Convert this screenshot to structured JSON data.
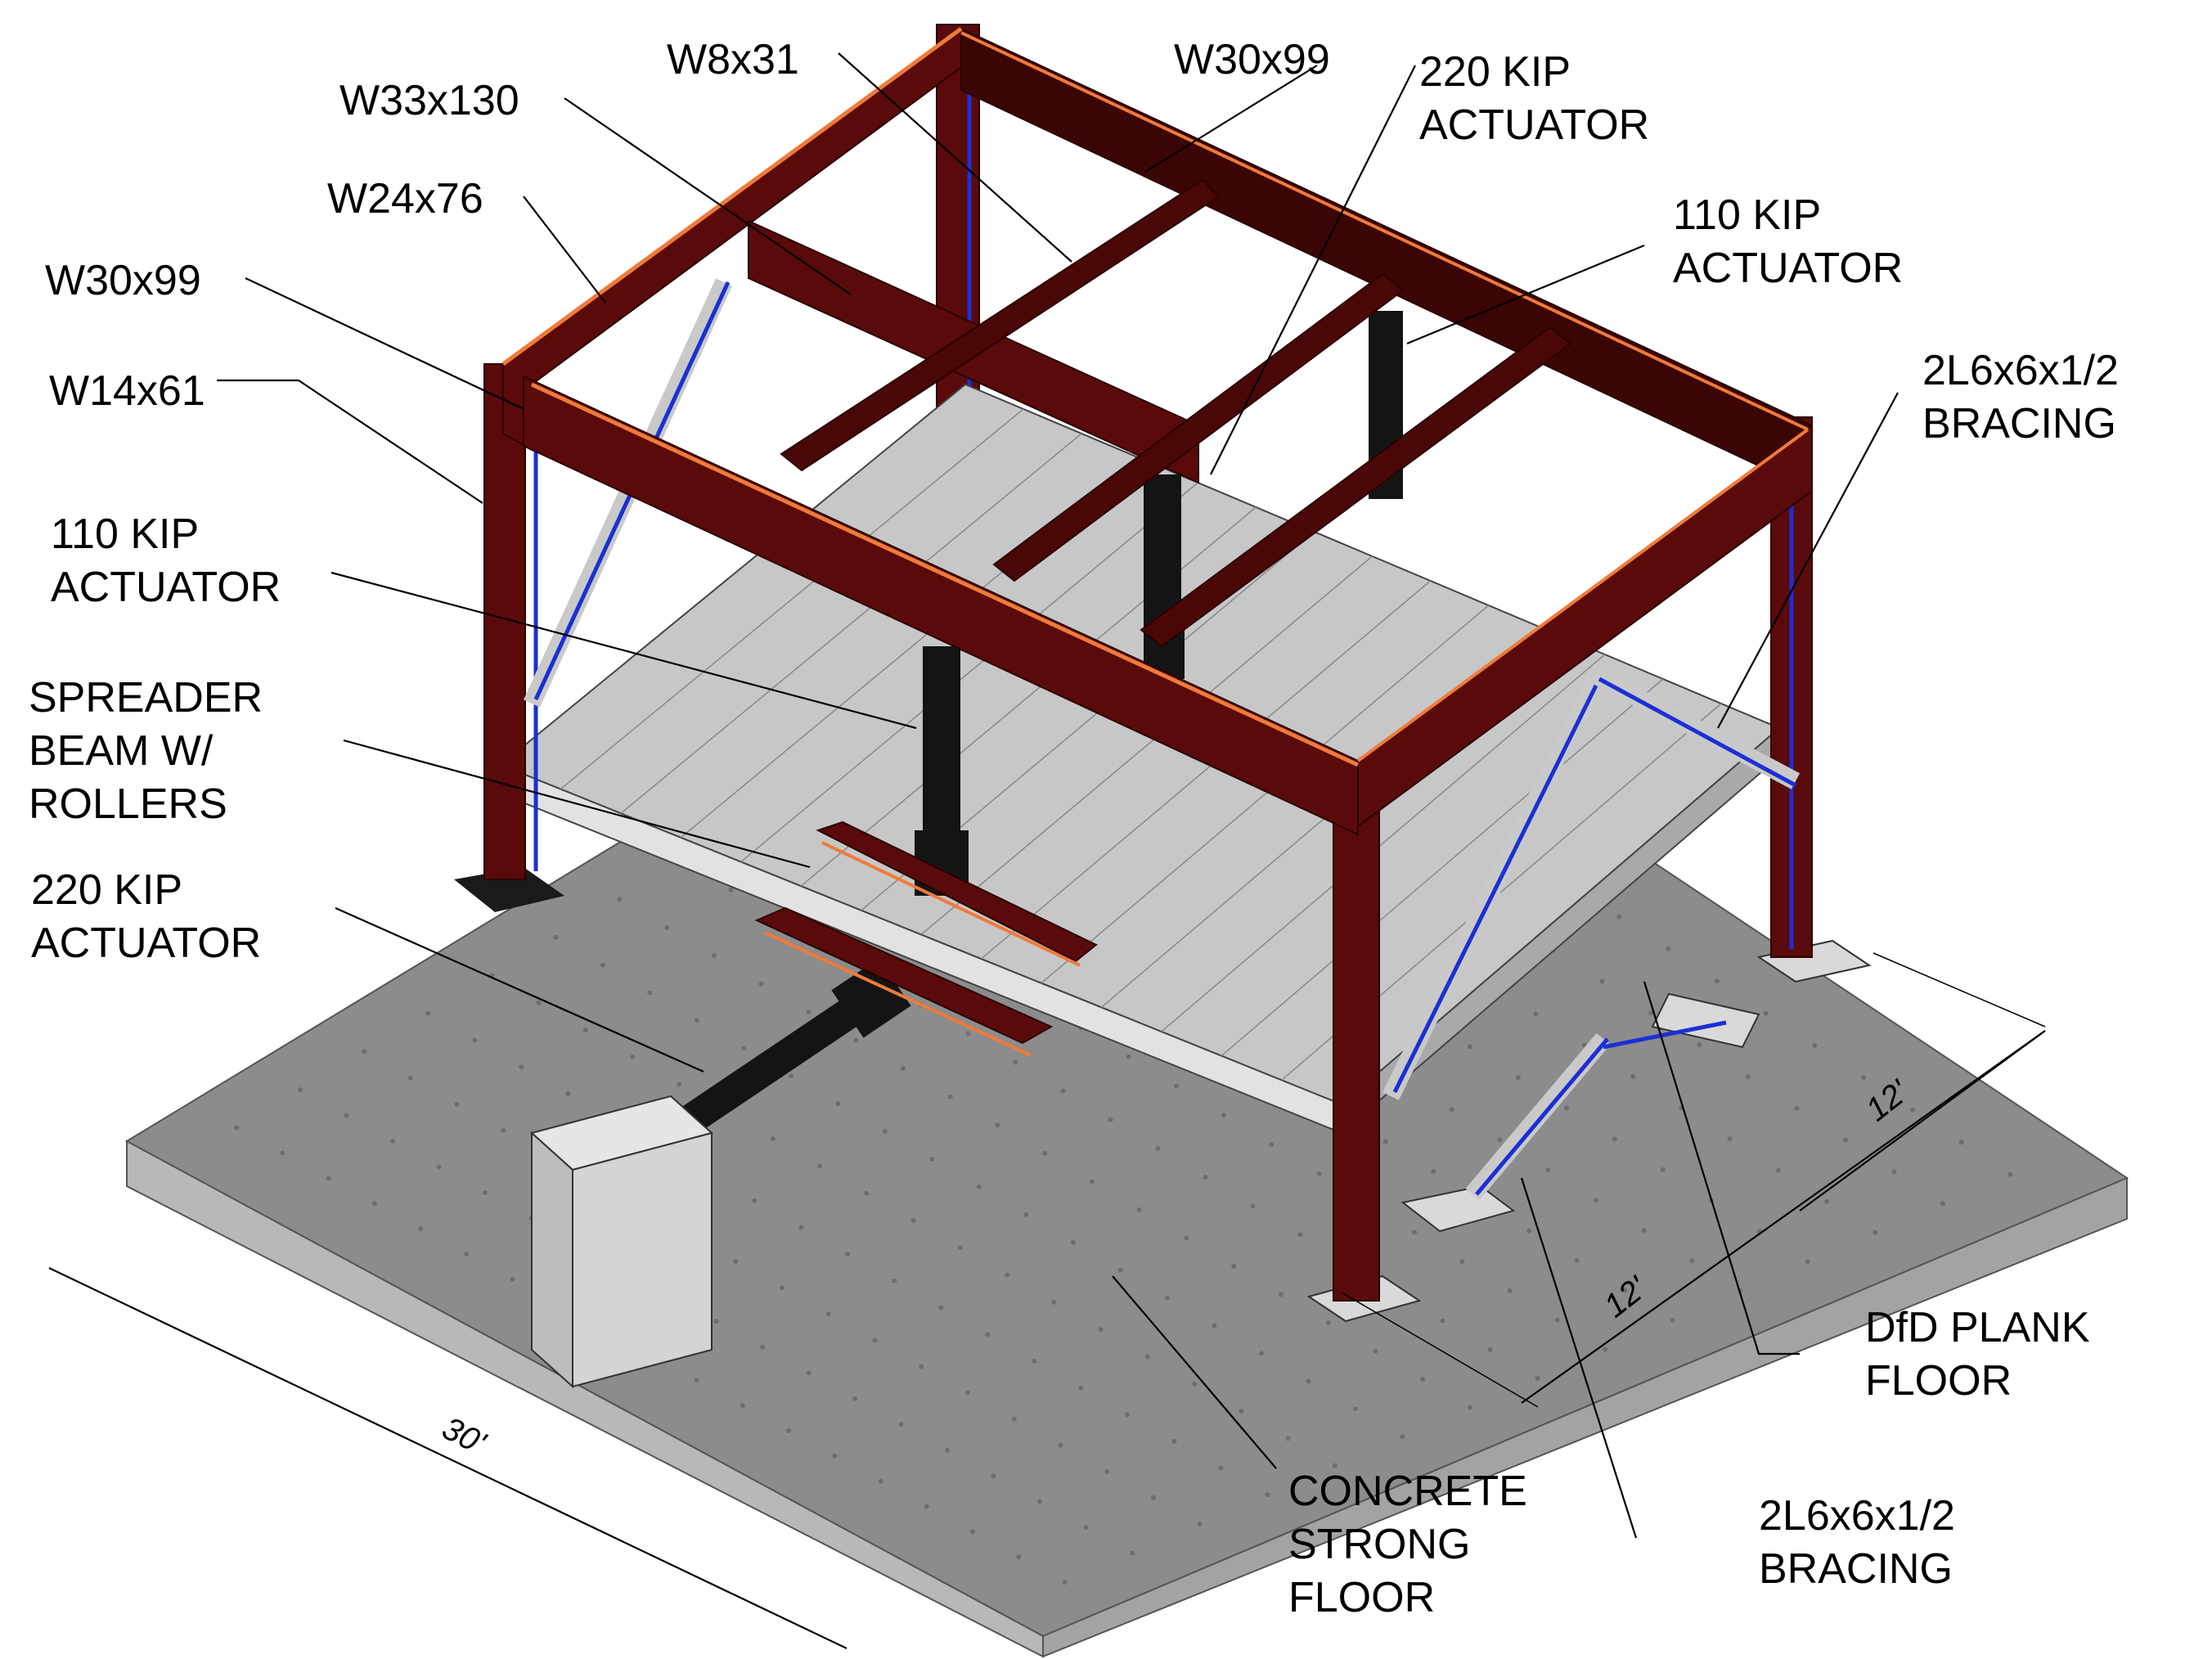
{
  "colors": {
    "steel": "#5a0a0a",
    "steel_dark": "#3b0505",
    "flange_highlight": "#f07a3a",
    "bracing_blue": "#1b2fd6",
    "slab": "#c7c7c7",
    "concrete_top": "#8c8c8c",
    "concrete_side": "#b8b8b8",
    "actuator": "#141414"
  },
  "labels": {
    "w8x31": "W8x31",
    "w30x99_top": "W30x99",
    "w33x130": "W33x130",
    "w24x76": "W24x76",
    "w30x99_left": "W30x99",
    "w14x61": "W14x61",
    "act220_top": [
      "220 KIP",
      "ACTUATOR"
    ],
    "act110_top": [
      "110 KIP",
      "ACTUATOR"
    ],
    "act110_left": [
      "110 KIP",
      "ACTUATOR"
    ],
    "bracing_right": [
      "2L6x6x1/2",
      "BRACING"
    ],
    "bracing_bottom": [
      "2L6x6x1/2",
      "BRACING"
    ],
    "spreader": [
      "SPREADER",
      "BEAM W/",
      "ROLLERS"
    ],
    "act220_left": [
      "220 KIP",
      "ACTUATOR"
    ],
    "plank_floor": [
      "DfD PLANK",
      "FLOOR"
    ],
    "strong_floor": [
      "CONCRETE",
      "STRONG",
      "FLOOR"
    ]
  },
  "dimensions": {
    "length": "30'",
    "bay1": "12'",
    "bay2": "12'"
  }
}
